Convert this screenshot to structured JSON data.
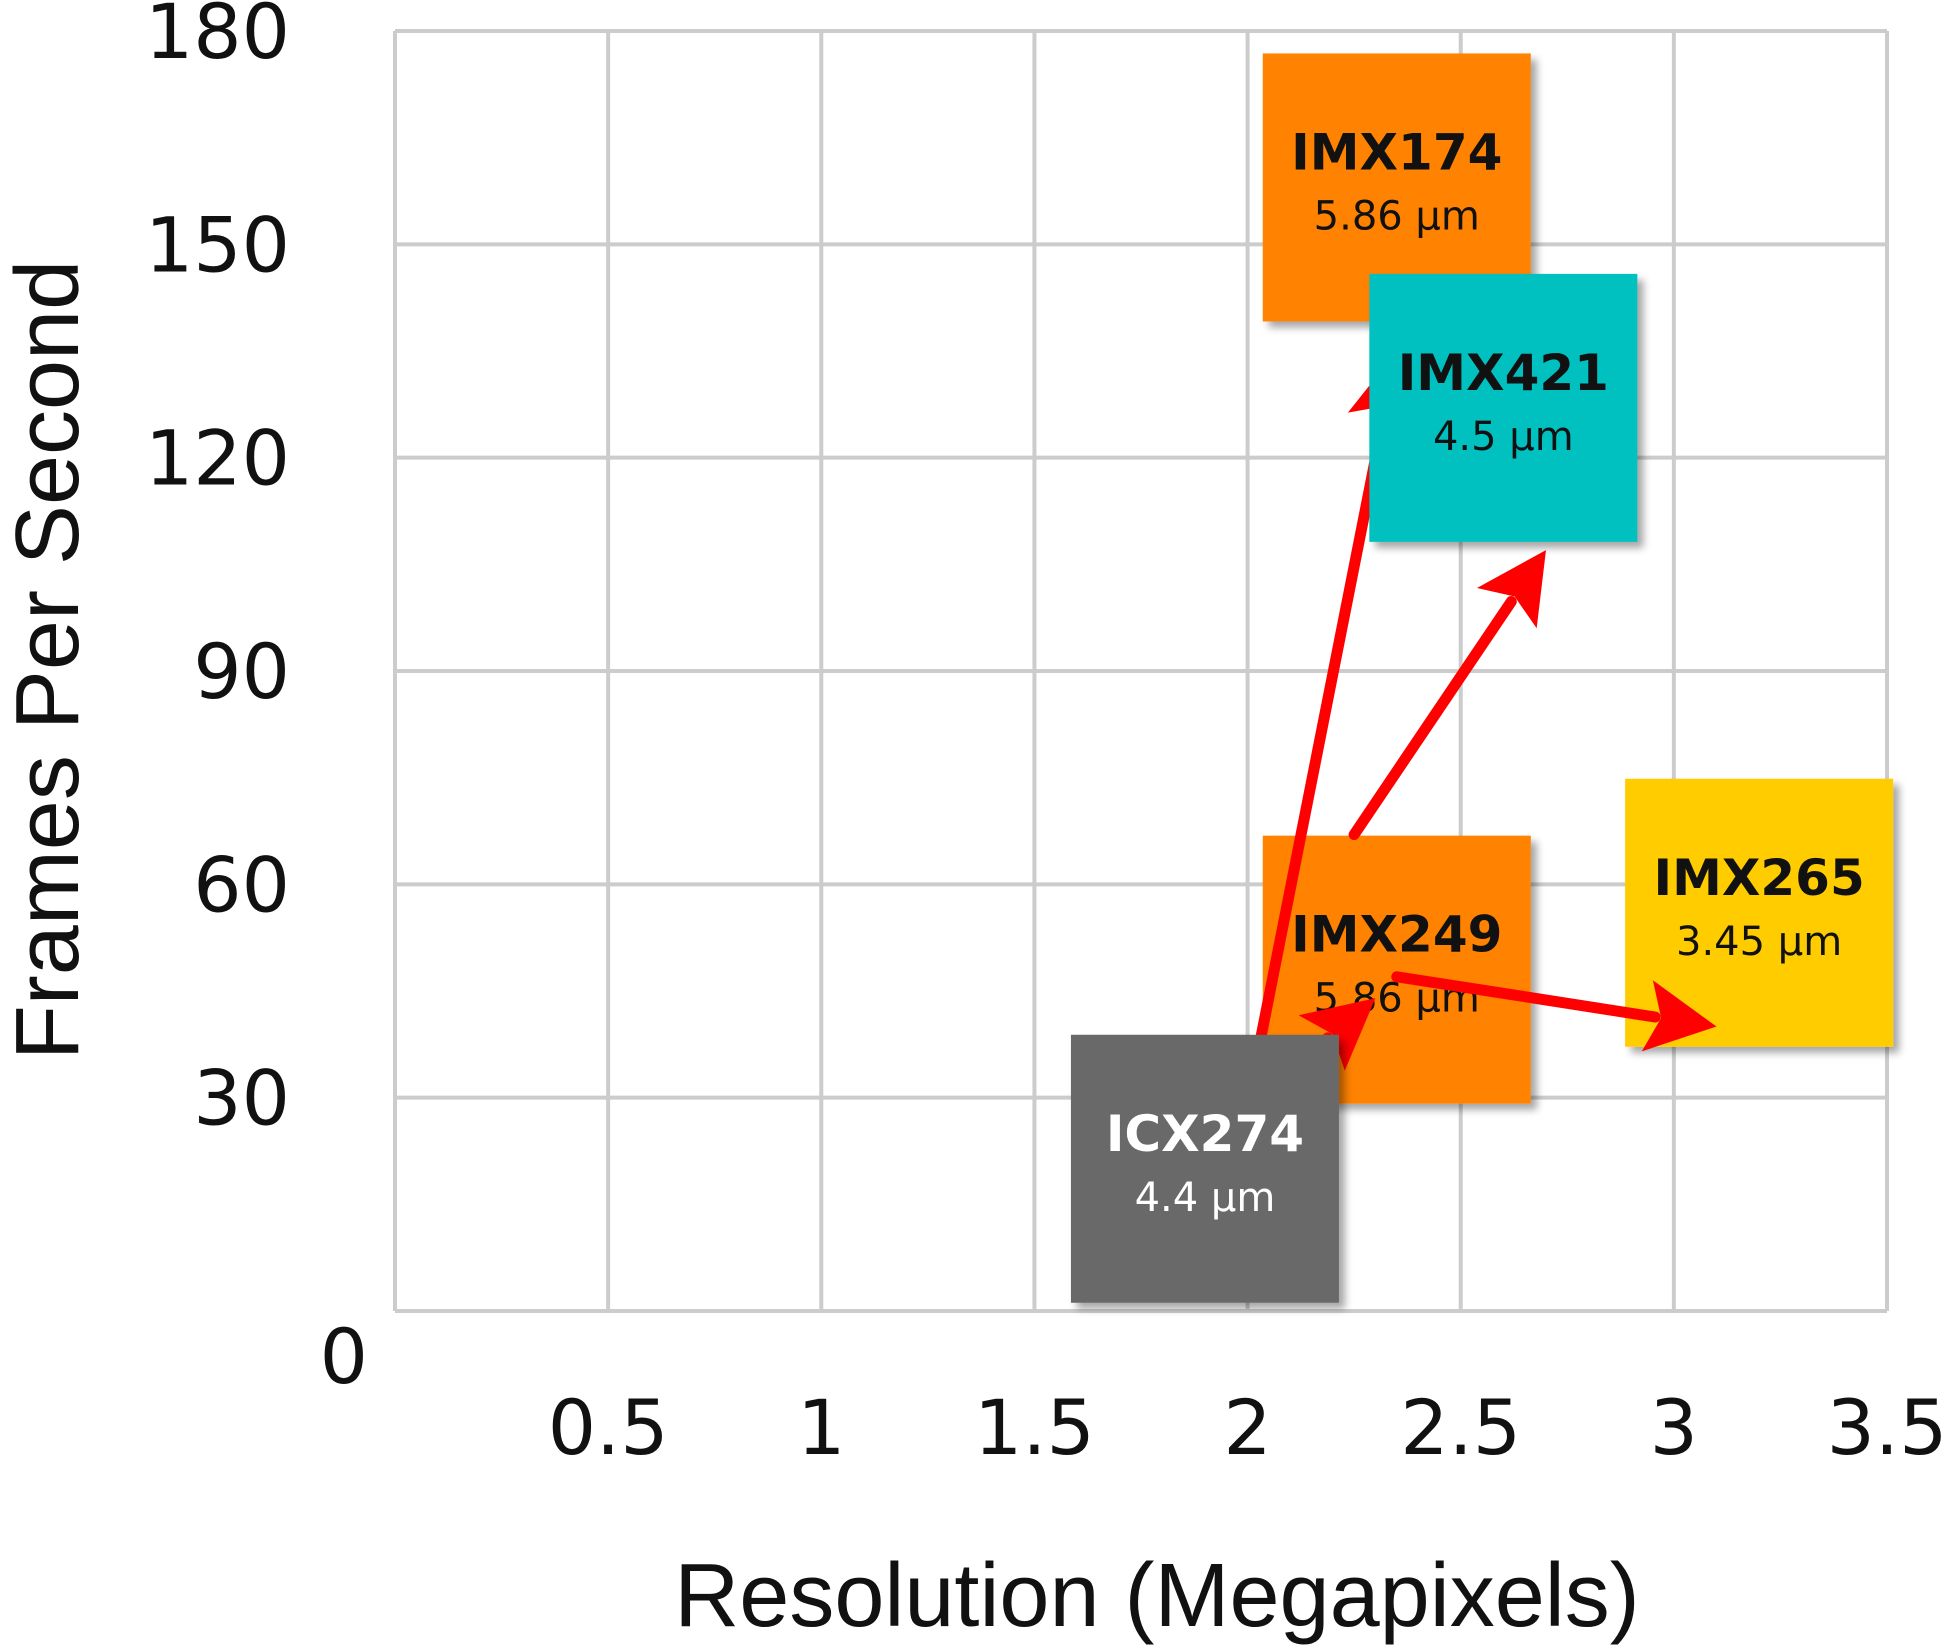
{
  "chart_data": {
    "type": "scatter",
    "xlabel": "Resolution (Megapixels)",
    "ylabel": "Frames Per Second",
    "xlim": [
      0,
      3.5
    ],
    "ylim": [
      0,
      180
    ],
    "x_ticks": [
      "0.5",
      "1",
      "1.5",
      "2",
      "2.5",
      "3",
      "3.5"
    ],
    "y_ticks": [
      "0",
      "30",
      "60",
      "90",
      "120",
      "150",
      "180"
    ],
    "grid": true,
    "points": [
      {
        "name": "ICX274",
        "pixel_size": "4.4 µm",
        "x": 1.9,
        "y": 20,
        "color": "#696969",
        "text_color": "#ffffff"
      },
      {
        "name": "IMX249",
        "pixel_size": "5.86 µm",
        "x": 2.35,
        "y": 48,
        "color": "#FF8200",
        "text_color": "#111111"
      },
      {
        "name": "IMX265",
        "pixel_size": "3.45 µm",
        "x": 3.2,
        "y": 56,
        "color": "#FFCC00",
        "text_color": "#111111"
      },
      {
        "name": "IMX174",
        "pixel_size": "5.86 µm",
        "x": 2.35,
        "y": 158,
        "color": "#FF8200",
        "text_color": "#111111"
      },
      {
        "name": "IMX421",
        "pixel_size": "4.5 µm",
        "x": 2.6,
        "y": 127,
        "color": "#00C0C0",
        "text_color": "#111111"
      }
    ],
    "arrows": [
      {
        "from": [
          2,
          29
        ],
        "to": [
          2.3,
          44
        ],
        "color": "#FF0000"
      },
      {
        "from": [
          2.35,
          47
        ],
        "to": [
          3.1,
          40
        ],
        "color": "#FF0000"
      },
      {
        "from": [
          2.0,
          29
        ],
        "to": [
          2.35,
          135
        ],
        "color": "#FF0000"
      },
      {
        "from": [
          2.25,
          67
        ],
        "to": [
          2.7,
          107
        ],
        "color": "#FF0000"
      }
    ]
  }
}
